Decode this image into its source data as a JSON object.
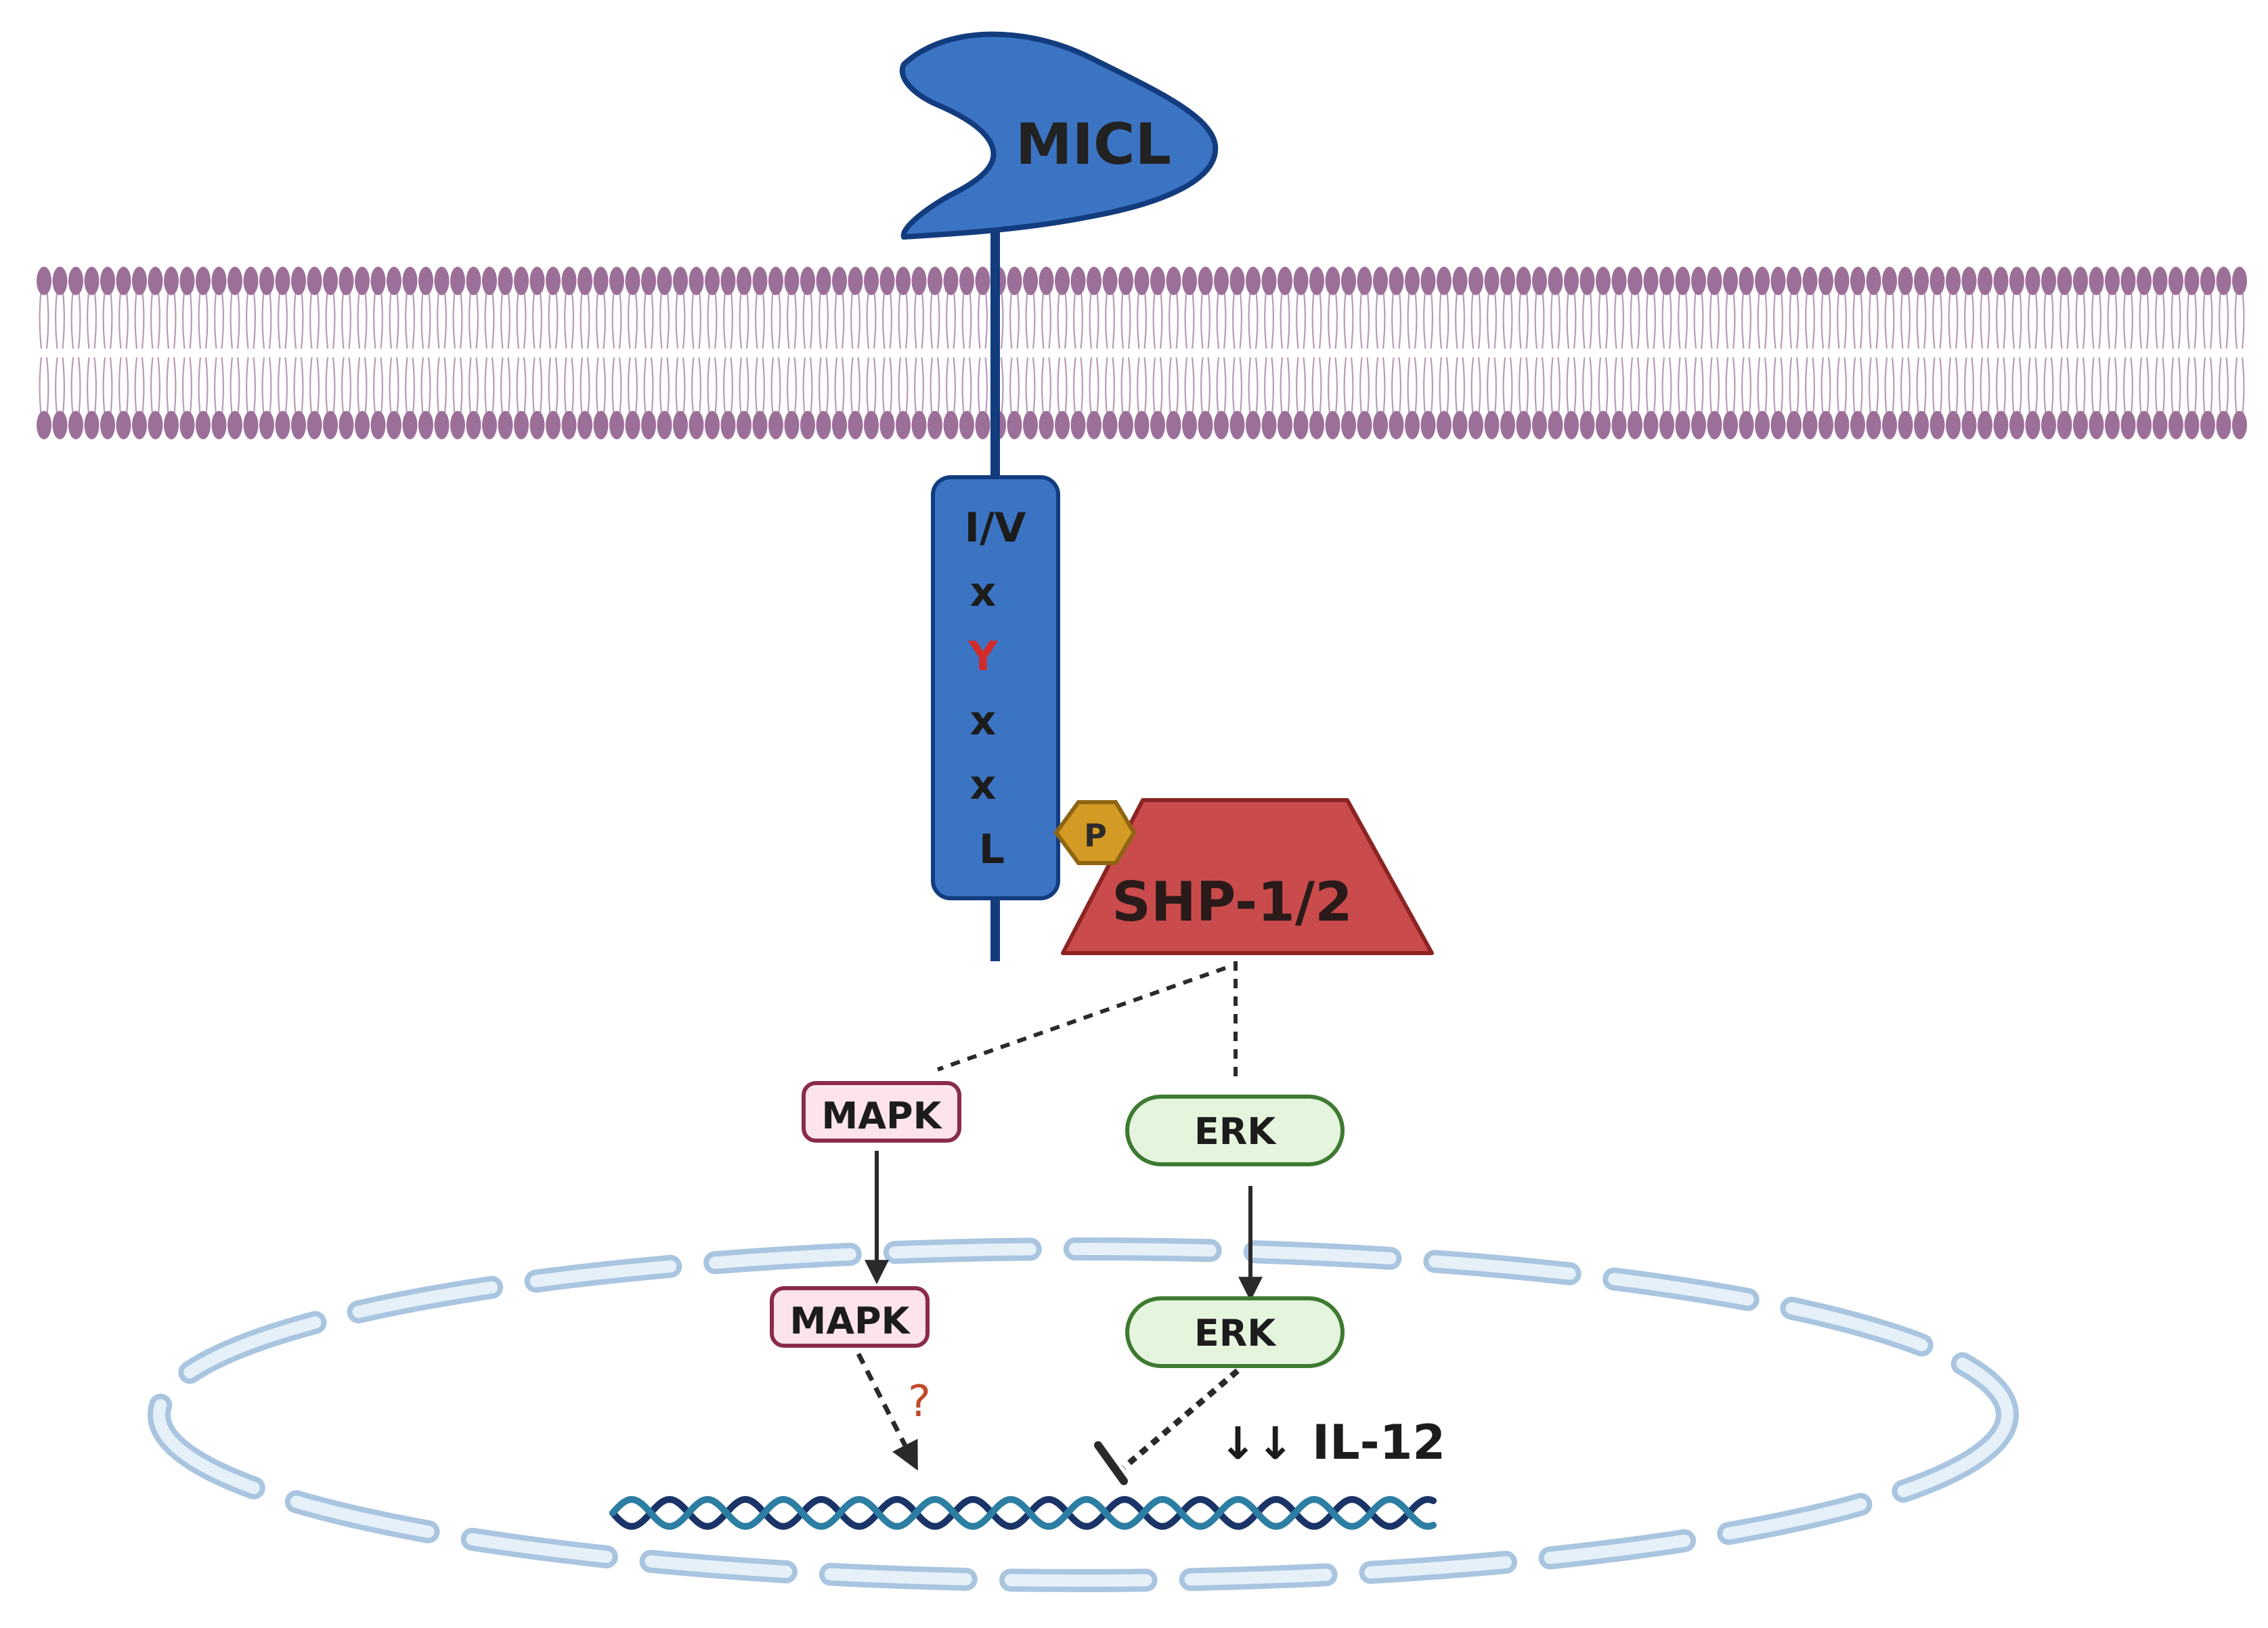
{
  "receptor": {
    "name": "MICL",
    "motif": [
      "I/V",
      "x",
      "Y",
      "x",
      "x",
      "L"
    ]
  },
  "phospho": {
    "label": "P"
  },
  "phosphatase": {
    "name": "SHP-1/2"
  },
  "cytoplasm": {
    "mapk": "MAPK",
    "erk": "ERK"
  },
  "nucleus": {
    "mapk": "MAPK",
    "erk": "ERK",
    "question": "?",
    "output_arrows": "↓↓",
    "output": "IL-12"
  },
  "colors": {
    "receptor": "#3C74C4",
    "receptor_dark": "#123C7E",
    "membrane": "#9C6F99",
    "motif_highlight": "#D22B2B",
    "phospho": "#D39A24",
    "phosphatase": "#CA4B4B",
    "mapk_fill": "#FCE4EA",
    "mapk_stroke": "#8A2B4A",
    "erk_fill": "#E5F5DD",
    "erk_stroke": "#3E7A32",
    "nuclear_envelope": "#CADDEE",
    "dna_a": "#1A3468",
    "dna_b": "#2C7EA2",
    "question": "#C04A2B"
  }
}
